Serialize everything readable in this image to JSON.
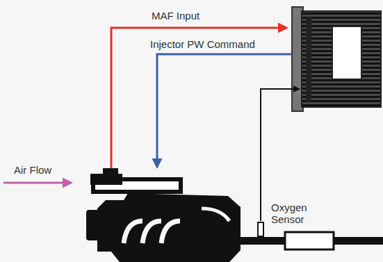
{
  "diagram": {
    "labels": [
      "MAF Input",
      "Injector PW Command",
      "Air Flow",
      "Oxygen Sensor"
    ]
  }
}
